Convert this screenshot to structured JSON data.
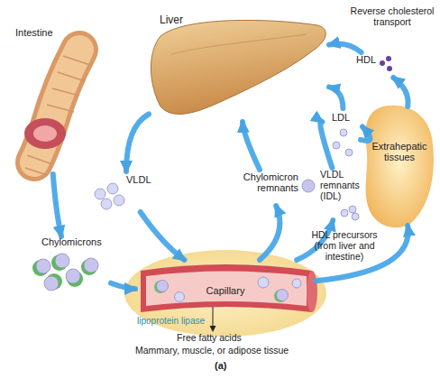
{
  "diagram": {
    "nodes": [
      {
        "text": [
          "Liver"
        ]
      },
      {
        "text": [
          "HDL"
        ]
      },
      {
        "text": [
          "Intestine"
        ]
      },
      {
        "text": [
          "LDL"
        ]
      },
      {
        "text": [
          "Extrahepatic tissues"
        ]
      },
      {
        "text": [
          "VLDL"
        ]
      },
      {
        "text": [
          "Chylomicron remnants"
        ]
      },
      {
        "text": [
          "VLDL remnants (IDL)"
        ]
      },
      {
        "text": [
          "Chylomicrons"
        ]
      },
      {
        "text": [
          "Capillary"
        ]
      }
    ],
    "edges": [
      {
        "from": 2,
        "to": 8,
        "arrow": "to"
      },
      {
        "from": 8,
        "to": 9,
        "arrow": "to"
      },
      {
        "from": 0,
        "to": 5,
        "arrow": "to"
      },
      {
        "from": 5,
        "to": 9,
        "arrow": "to"
      },
      {
        "from": 9,
        "to": 6,
        "arrow": "to"
      },
      {
        "from": 9,
        "to": 7,
        "arrow": "to"
      },
      {
        "from": 6,
        "to": 0,
        "arrow": "to"
      },
      {
        "from": 7,
        "to": 0,
        "arrow": "to"
      },
      {
        "from": 3,
        "to": 0,
        "arrow": "to"
      },
      {
        "from": 3,
        "to": 4,
        "arrow": "to"
      },
      {
        "from": 9,
        "to": 4,
        "arrow": "to"
      },
      {
        "from": 4,
        "to": 1,
        "arrow": "to"
      },
      {
        "from": 1,
        "to": 0,
        "arrow": "to"
      }
    ],
    "labels": [
      "Reverse cholesterol transport",
      "HDL precursors (from liver and intestine)",
      "lipoprotein lipase",
      "Free fatty acids",
      "Mammary, muscle, or adipose tissue",
      "(a)"
    ]
  }
}
